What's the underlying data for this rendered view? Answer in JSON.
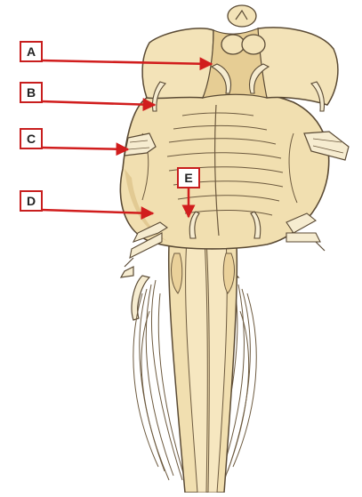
{
  "diagram": {
    "labels": [
      {
        "id": "A",
        "text": "A"
      },
      {
        "id": "B",
        "text": "B"
      },
      {
        "id": "C",
        "text": "C"
      },
      {
        "id": "D",
        "text": "D"
      },
      {
        "id": "E",
        "text": "E"
      }
    ],
    "colors": {
      "tissue": "#f1dfb0",
      "tissue_shadow": "#d9bd80",
      "outline": "#5a4a34",
      "arrow": "#d11d1d",
      "nerve": "#f6ecd0"
    }
  }
}
